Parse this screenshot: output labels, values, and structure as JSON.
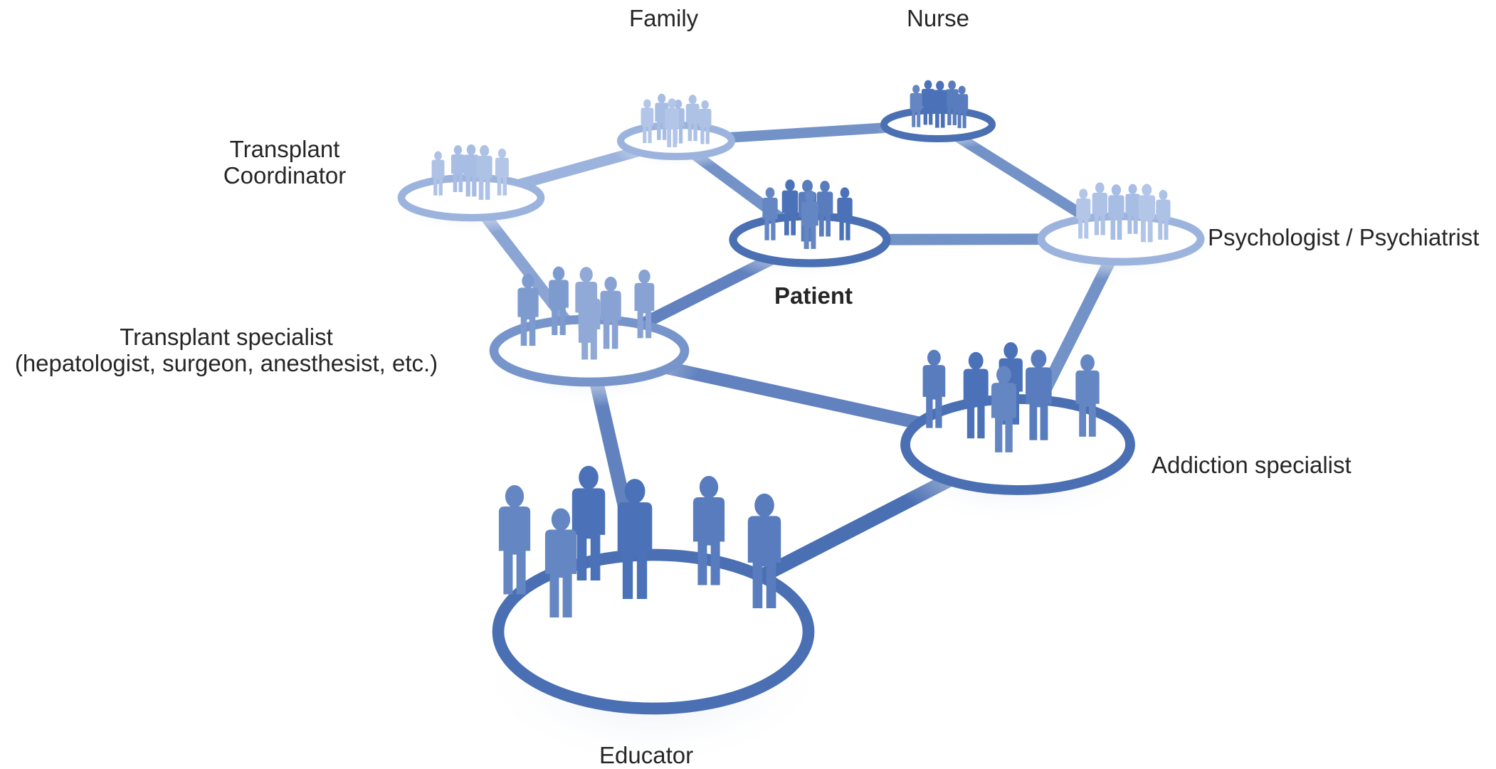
{
  "nodes": [
    {
      "id": "family",
      "label": "Family"
    },
    {
      "id": "nurse",
      "label": "Nurse"
    },
    {
      "id": "transplant_coordinator",
      "label_line1": "Transplant",
      "label_line2": "Coordinator"
    },
    {
      "id": "psychologist",
      "label": "Psychologist / Psychiatrist"
    },
    {
      "id": "patient",
      "label": "Patient"
    },
    {
      "id": "transplant_specialist",
      "label_line1": "Transplant specialist",
      "label_line2": "(hepatologist, surgeon, anesthesist, etc.)"
    },
    {
      "id": "addiction_specialist",
      "label": "Addiction specialist"
    },
    {
      "id": "educator",
      "label": "Educator"
    }
  ],
  "edges": [
    [
      "family",
      "nurse"
    ],
    [
      "family",
      "transplant_coordinator"
    ],
    [
      "family",
      "patient"
    ],
    [
      "nurse",
      "psychologist"
    ],
    [
      "patient",
      "psychologist"
    ],
    [
      "patient",
      "transplant_specialist"
    ],
    [
      "transplant_coordinator",
      "transplant_specialist"
    ],
    [
      "psychologist",
      "addiction_specialist"
    ],
    [
      "transplant_specialist",
      "addiction_specialist"
    ],
    [
      "transplant_specialist",
      "educator"
    ],
    [
      "addiction_specialist",
      "educator"
    ]
  ],
  "colors": {
    "ring_dark": "#4a6fb3",
    "ring_light": "#9cb4dd",
    "figure_dark": "#4b72b8",
    "figure_light": "#a7bde3",
    "text": "#262626"
  }
}
